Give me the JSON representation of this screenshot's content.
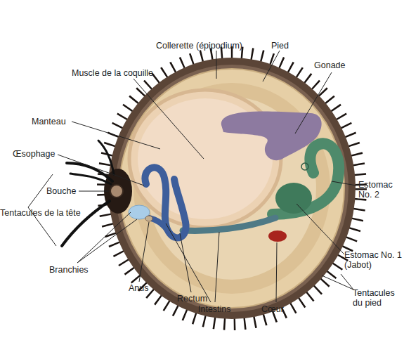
{
  "diagram": {
    "labels": [
      "Collerette (épipodium)",
      "Pied",
      "Muscle de la coquille",
      "Gonade",
      "Manteau",
      "Œsophage",
      "Bouche",
      "Tentacules de la tête",
      "Estomac No. 2",
      "Branchies",
      "Anus",
      "Rectum",
      "Intestins",
      "Cœur",
      "Estomac No. 1 (Jabot)",
      "Tentacules du pied"
    ]
  }
}
